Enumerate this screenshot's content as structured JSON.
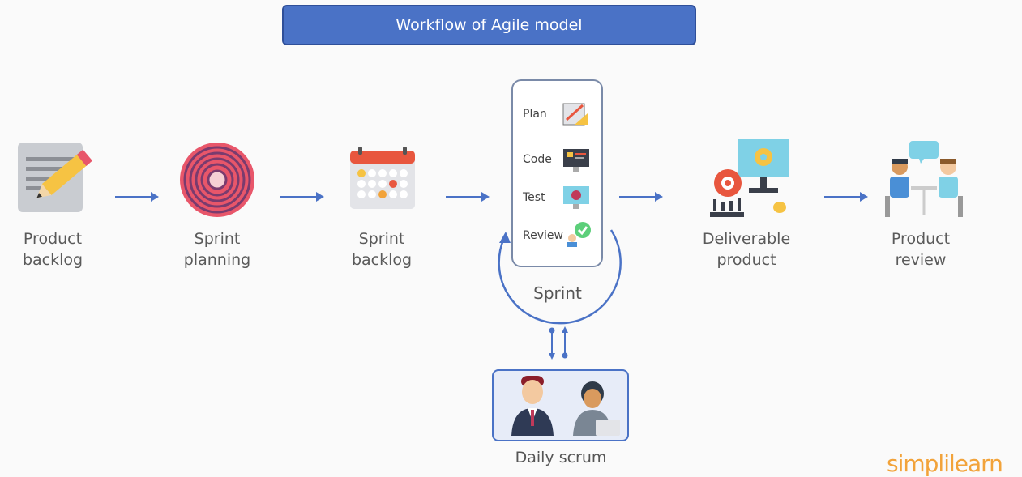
{
  "title": "Workflow of Agile model",
  "steps": [
    {
      "line1": "Product",
      "line2": "backlog",
      "icon": "notepad-pencil-icon"
    },
    {
      "line1": "Sprint",
      "line2": "planning",
      "icon": "maze-icon"
    },
    {
      "line1": "Sprint",
      "line2": "backlog",
      "icon": "calendar-icon"
    },
    {
      "line1": "Deliverable",
      "line2": "product",
      "icon": "monitor-gear-icon"
    },
    {
      "line1": "Product",
      "line2": "review",
      "icon": "meeting-icon"
    }
  ],
  "sprint": {
    "label": "Sprint",
    "items": [
      {
        "label": "Plan",
        "icon": "plan-icon"
      },
      {
        "label": "Code",
        "icon": "code-icon"
      },
      {
        "label": "Test",
        "icon": "bug-monitor-icon"
      },
      {
        "label": "Review",
        "icon": "review-check-icon"
      }
    ]
  },
  "daily_scrum": {
    "label": "Daily scrum"
  },
  "brand": {
    "logo_text": "simplilearn"
  },
  "colors": {
    "accent": "#4a72c6",
    "logo": "#f2a33a"
  }
}
